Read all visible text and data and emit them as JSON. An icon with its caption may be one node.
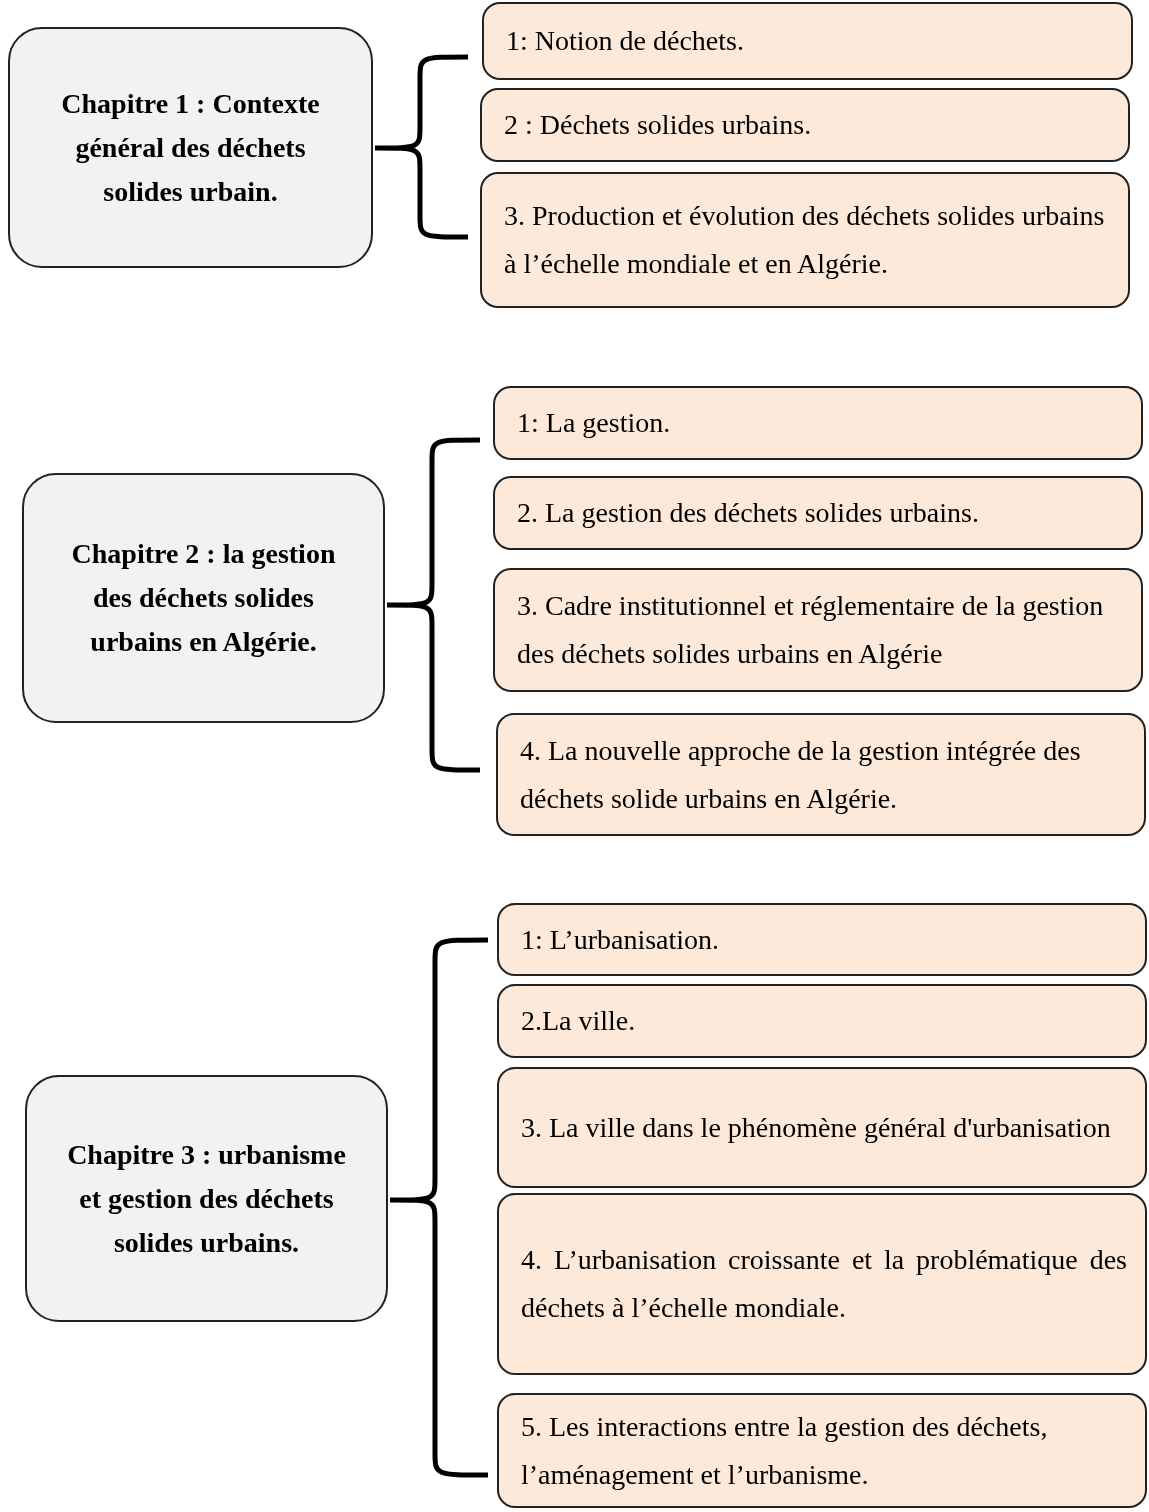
{
  "diagram": {
    "nodes": [
      {
        "text": [
          "Chapitre 1 : Contexte général des déchets solides urbain."
        ]
      },
      {
        "text": [
          "1: Notion de déchets."
        ]
      },
      {
        "text": [
          "2 : Déchets solides urbains."
        ]
      },
      {
        "text": [
          "3. Production et évolution des déchets solides urbains à l’échelle mondiale et en Algérie."
        ]
      },
      {
        "text": [
          "Chapitre 2 : la gestion des déchets solides urbains en Algérie."
        ]
      },
      {
        "text": [
          "1: La gestion."
        ]
      },
      {
        "text": [
          "2. La gestion des déchets solides urbains."
        ]
      },
      {
        "text": [
          "3. Cadre institutionnel et réglementaire de la gestion des déchets solides urbains en Algérie"
        ]
      },
      {
        "text": [
          "4. La nouvelle approche de la gestion intégrée des déchets solide urbains en Algérie."
        ]
      },
      {
        "text": [
          "Chapitre 3 : urbanisme et gestion des déchets solides urbains."
        ]
      },
      {
        "text": [
          "1: L’urbanisation."
        ]
      },
      {
        "text": [
          "2.La ville."
        ]
      },
      {
        "text": [
          "3. La ville dans le phénomène général d'urbanisation"
        ]
      },
      {
        "text": [
          "4. L’urbanisation croissante et la problématique des déchets à l’échelle mondiale."
        ]
      },
      {
        "text": [
          "5. Les interactions entre la gestion des déchets, l’aménagement et l’urbanisme."
        ]
      }
    ]
  }
}
